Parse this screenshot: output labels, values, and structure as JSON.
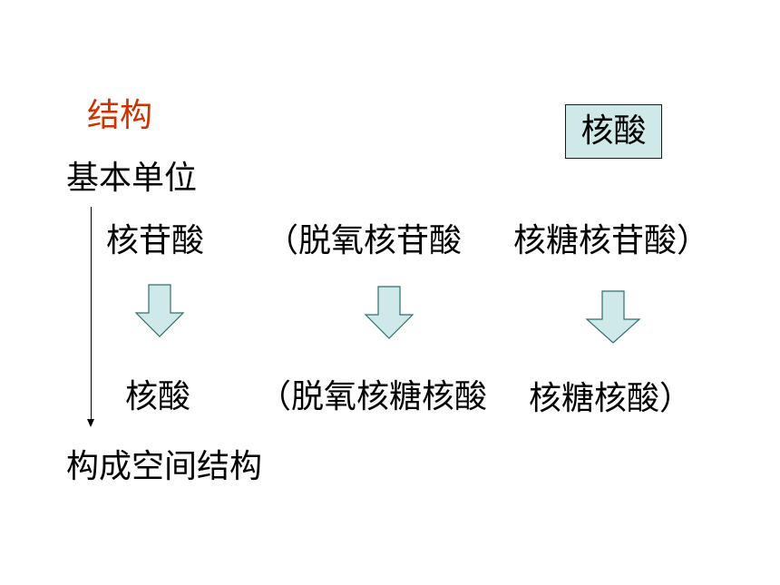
{
  "slide": {
    "section_label": "结构",
    "boxed_title": "核酸",
    "subtitle": "基本单位",
    "row1": {
      "c1": "核苷酸",
      "c2": "（脱氧核苷酸",
      "c3": "核糖核苷酸）"
    },
    "row2": {
      "c1": "核酸",
      "c2": "（脱氧核糖核酸",
      "c3": "核糖核酸）"
    },
    "bottom": "构成空间结构",
    "colors": {
      "accent": "#cc3300",
      "arrow_fill": "#cfe9e9",
      "box_fill": "#cfe9e9"
    }
  }
}
